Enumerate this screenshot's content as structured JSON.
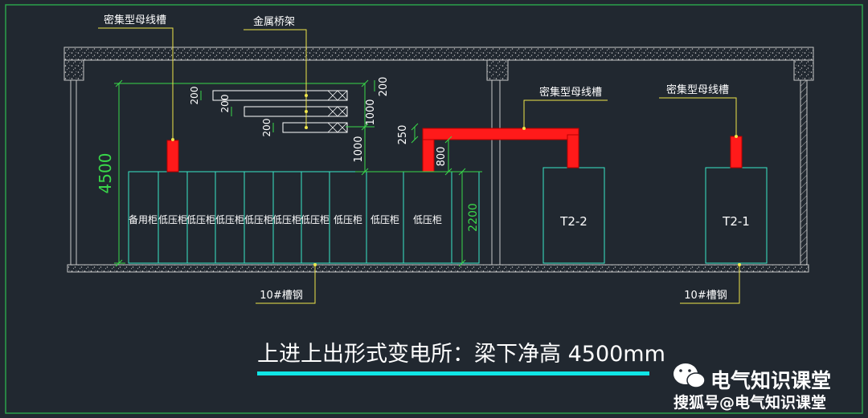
{
  "colors": {
    "background": "#212830",
    "frame": "#2aa14a",
    "walls": "#c8c8c8",
    "cabinet_outline": "#39e8c8",
    "dimension": "#39d84a",
    "leader": "#f0e64a",
    "busbar": "#ff1a1a",
    "title_text": "#ffffff",
    "title_underline": "#10e6e6",
    "label_text": "#ffffff"
  },
  "labels": {
    "busway_left": "密集型母线槽",
    "tray": "金属桥架",
    "busway_mid": "密集型母线槽",
    "busway_right": "密集型母线槽",
    "channel_left": "10#槽钢",
    "channel_right": "10#槽钢"
  },
  "dims": {
    "total_height": "4500",
    "cabinet_height": "2200",
    "d200_a": "200",
    "d200_b": "200",
    "d200_c": "200",
    "d200_right": "200",
    "d1000_a": "1000",
    "d1000_b": "1000",
    "d250": "250",
    "d800": "800"
  },
  "cabinets": {
    "spare": "备用柜",
    "low": [
      "低压柜",
      "低压柜",
      "低压柜",
      "低压柜",
      "低压柜",
      "低压柜",
      "低压柜",
      "低压柜",
      "低压柜"
    ]
  },
  "transformers": {
    "t2": "T2-2",
    "t1": "T2-1"
  },
  "title": "上进上出形式变电所：梁下净高 4500mm",
  "watermark": {
    "line1": "电气知识课堂",
    "line2": "搜狐号@电气知识课堂"
  }
}
